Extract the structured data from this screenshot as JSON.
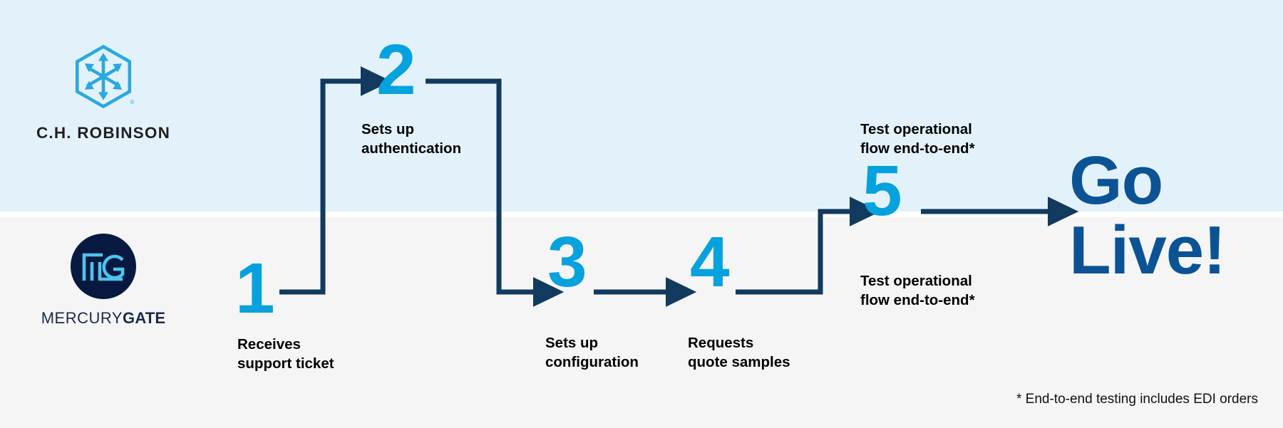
{
  "meta": {
    "title": "C.H. Robinson / MercuryGate integration onboarding flow",
    "colors": {
      "band_top": "#E3F2FA",
      "band_bottom": "#F5F5F5",
      "step_number_blue": "#06A2DD",
      "connector_navy": "#123A5F",
      "go_live_blue": "#0B5394",
      "mercurygate_navy": "#07193F",
      "mercurygate_mark": "#4EC3F0",
      "chr_cyan": "#29A8E0",
      "label_black": "#000000"
    }
  },
  "lanes": {
    "top": {
      "owner": "C.H. ROBINSON"
    },
    "bottom": {
      "owner": "MERCURYGATE"
    }
  },
  "logos": {
    "chrobinson": {
      "icon": "hexagon-six-arrow-icon",
      "wordmark": "C.H. ROBINSON",
      "registered_mark": "®"
    },
    "mercurygate": {
      "icon": "mercurygate-mg-monogram-icon",
      "wordmark_light": "MERCURY",
      "wordmark_bold": "GATE"
    }
  },
  "steps": [
    {
      "number": "1",
      "label": "Receives\nsupport ticket",
      "lane": "bottom"
    },
    {
      "number": "2",
      "label": "Sets up\nauthentication",
      "lane": "top"
    },
    {
      "number": "3",
      "label": "Sets up\nconfiguration",
      "lane": "bottom"
    },
    {
      "number": "4",
      "label": "Requests\nquote samples",
      "lane": "bottom"
    },
    {
      "number": "5",
      "label": "Test operational\nflow end-to-end*",
      "lane": "top"
    }
  ],
  "step5_secondary_label": "Test operational\nflow end-to-end*",
  "outcome": {
    "text": "Go\nLive!"
  },
  "footnote": {
    "text": "* End-to-end testing includes EDI orders"
  }
}
